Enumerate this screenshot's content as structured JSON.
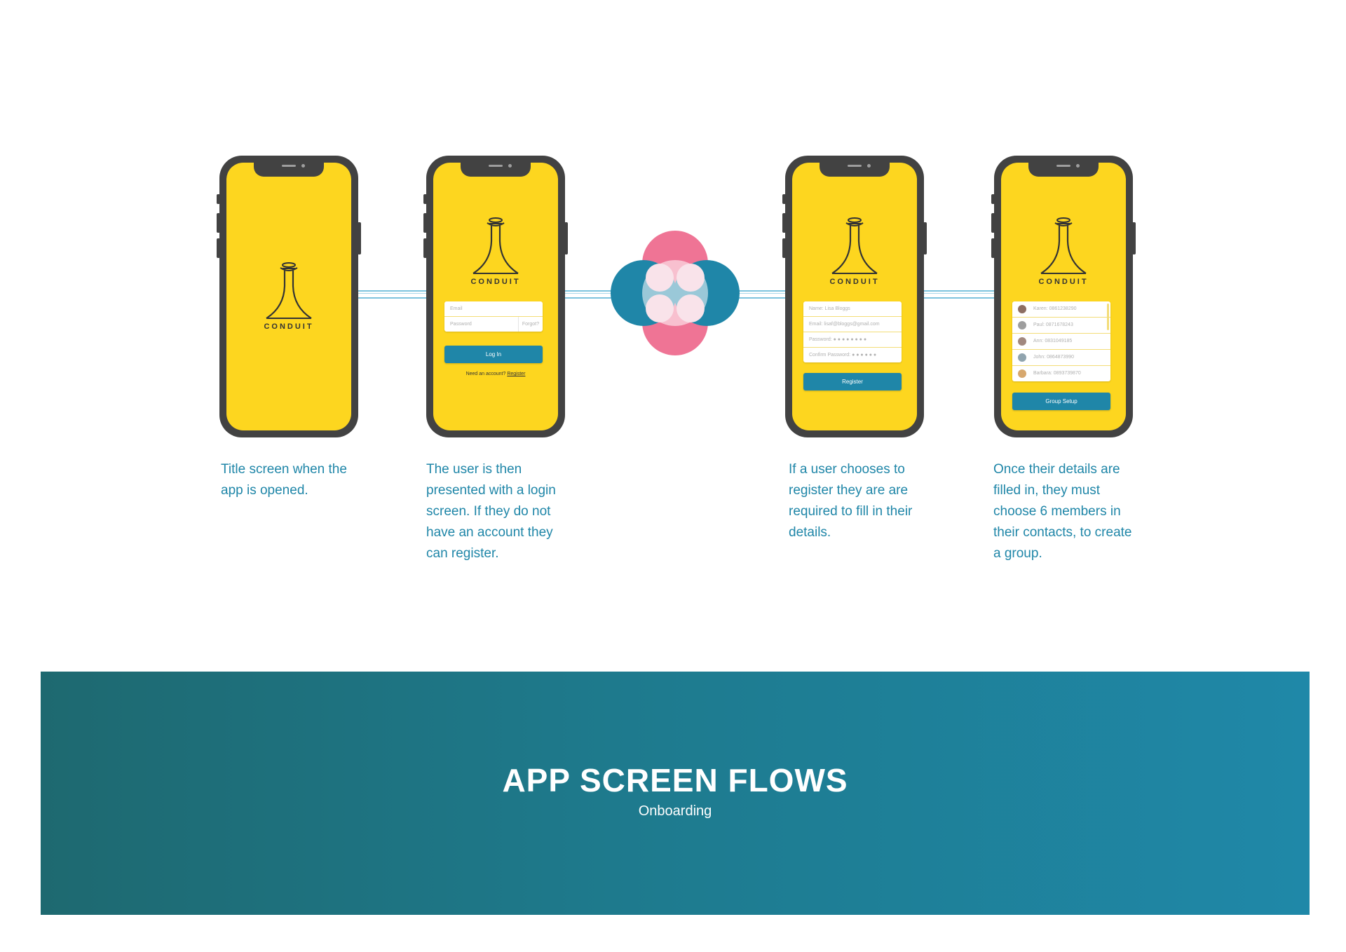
{
  "brand": "CONDUIT",
  "colors": {
    "phone_body": "#424242",
    "screen_yellow": "#fdd61f",
    "accent_teal": "#1f86a8",
    "logo_pink": "#ef7495",
    "logo_blue": "#1f86a8"
  },
  "screens": {
    "login": {
      "email_placeholder": "Email",
      "password_placeholder": "Password",
      "forgot_label": "Forgot?",
      "login_button": "Log In",
      "account_prompt": "Need an account?",
      "register_link": "Register"
    },
    "register": {
      "name_field": "Name: Lisa Bloggs",
      "email_field": "Email: lisaf@bloggs@gmail.com",
      "password_field": "Password: ● ● ● ● ● ● ● ●",
      "confirm_field": "Confirm Password: ● ● ● ● ● ●",
      "register_button": "Register"
    },
    "group": {
      "contacts": [
        "Karen: 0861238290",
        "Paul: 0871678243",
        "Ann: 0831049185",
        "John: 0864873990",
        "Barbara: 0893739870"
      ],
      "group_button": "Group Setup"
    }
  },
  "captions": {
    "title_screen": "Title screen when the app is opened.",
    "login_screen": "The user is then presented with a login screen. If they do not have an account they can register.",
    "register_screen": "If a user chooses to register they are are required to fill in their details.",
    "group_screen": "Once their details are filled in, they must choose 6 members in their contacts, to create a group."
  },
  "banner": {
    "title": "APP SCREEN FLOWS",
    "subtitle": "Onboarding"
  }
}
